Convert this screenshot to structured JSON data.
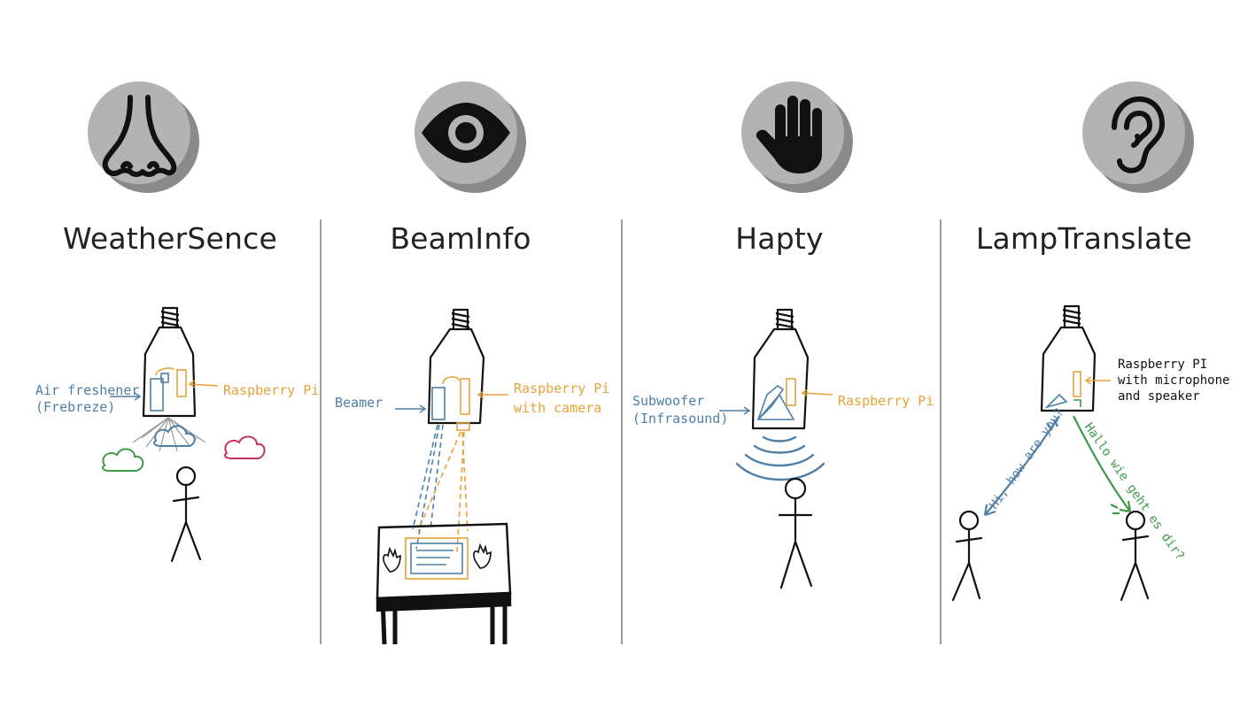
{
  "panels": [
    {
      "title": "WeatherSence",
      "icon": "nose-icon",
      "labels": {
        "left": [
          "Air freshener",
          "(Frebreze)"
        ],
        "right": [
          "Raspberry Pi"
        ]
      }
    },
    {
      "title": "BeamInfo",
      "icon": "eye-icon",
      "labels": {
        "left": [
          "Beamer"
        ],
        "right": [
          "Raspberry Pi",
          "with camera"
        ]
      }
    },
    {
      "title": "Hapty",
      "icon": "hand-icon",
      "labels": {
        "left": [
          "Subwoofer",
          "(Infrasound)"
        ],
        "right": [
          "Raspberry Pi"
        ]
      }
    },
    {
      "title": "LampTranslate",
      "icon": "ear-icon",
      "labels": {
        "right": [
          "Raspberry PI",
          "with microphone",
          "and speaker"
        ],
        "speech_left": "Hi, how are you?",
        "speech_right": "Hallo wie geht es dir?"
      }
    }
  ],
  "colors": {
    "blue": "#4f7fa6",
    "orange": "#e8a23a",
    "green": "#3f9a4a",
    "crimson": "#c2335f",
    "ink": "#111111",
    "icon_circle": "#b3b3b3",
    "icon_shadow": "#8a8a8a",
    "divider": "#9a9a9a"
  }
}
